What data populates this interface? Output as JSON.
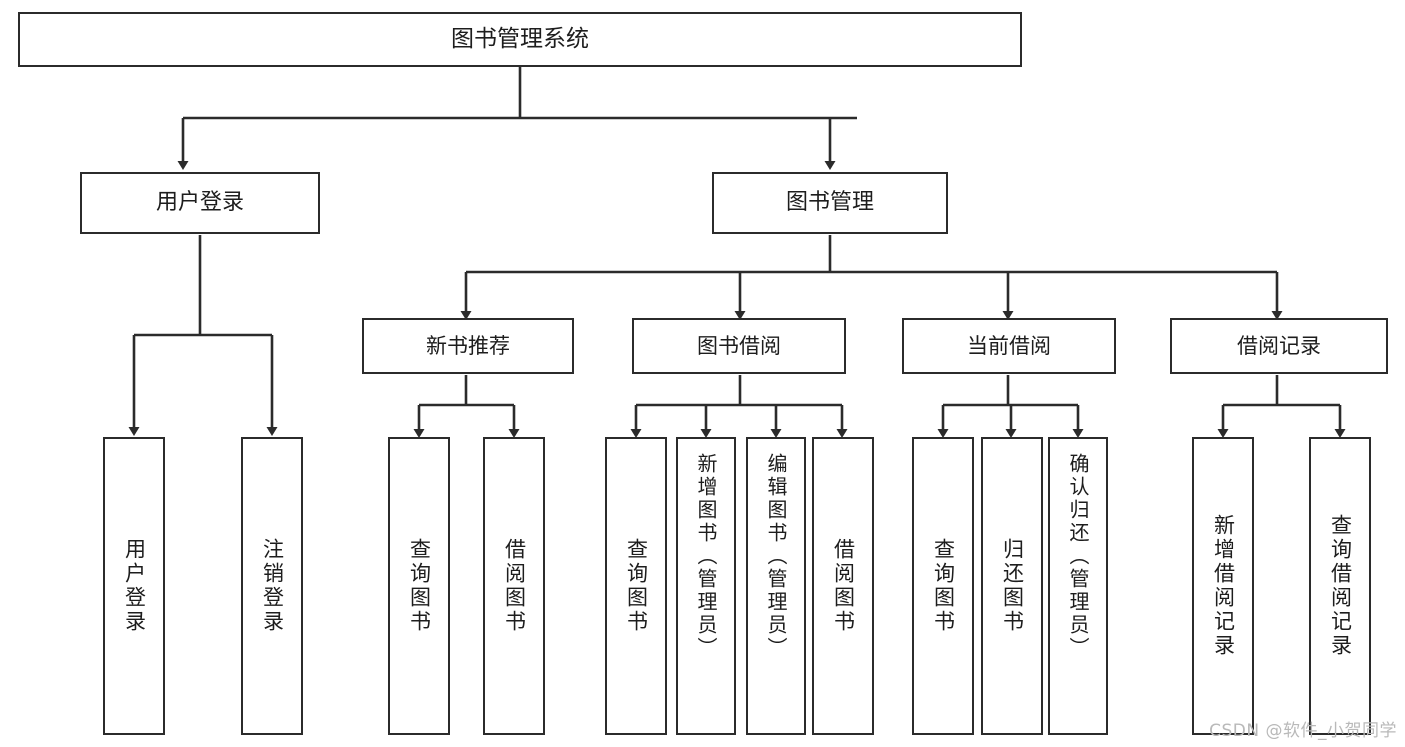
{
  "diagram": {
    "title": "图书管理系统",
    "watermark": "CSDN @软件_小贺同学",
    "colors": {
      "stroke": "#2b2b2b",
      "fill": "#ffffff",
      "text": "#1d1d1d",
      "watermark": "#b9b9b9"
    },
    "nodes": {
      "root": {
        "label": "图书管理系统"
      },
      "level2": [
        {
          "id": "user-login",
          "label": "用户登录"
        },
        {
          "id": "book-manage",
          "label": "图书管理"
        }
      ],
      "level3": [
        {
          "id": "new-book-recommend",
          "label": "新书推荐"
        },
        {
          "id": "book-borrow",
          "label": "图书借阅"
        },
        {
          "id": "current-borrow",
          "label": "当前借阅"
        },
        {
          "id": "borrow-record",
          "label": "借阅记录"
        }
      ],
      "leaves": {
        "user_login": [
          {
            "id": "leaf-user-login",
            "label": "用户登录"
          },
          {
            "id": "leaf-logout-login",
            "label": "注销登录"
          }
        ],
        "new_book_recommend": [
          {
            "id": "leaf-query-book-1",
            "label": "查询图书"
          },
          {
            "id": "leaf-borrow-book-1",
            "label": "借阅图书"
          }
        ],
        "book_borrow": [
          {
            "id": "leaf-query-book-2",
            "label": "查询图书"
          },
          {
            "id": "leaf-add-book-admin",
            "label": "新增图书（管理员）"
          },
          {
            "id": "leaf-edit-book-admin",
            "label": "编辑图书（管理员）"
          },
          {
            "id": "leaf-borrow-book-2",
            "label": "借阅图书"
          }
        ],
        "current_borrow": [
          {
            "id": "leaf-query-book-3",
            "label": "查询图书"
          },
          {
            "id": "leaf-return-book",
            "label": "归还图书"
          },
          {
            "id": "leaf-confirm-return-admin",
            "label": "确认归还（管理员）"
          }
        ],
        "borrow_record": [
          {
            "id": "leaf-add-borrow-record",
            "label": "新增借阅记录"
          },
          {
            "id": "leaf-query-borrow-record",
            "label": "查询借阅记录"
          }
        ]
      }
    }
  }
}
